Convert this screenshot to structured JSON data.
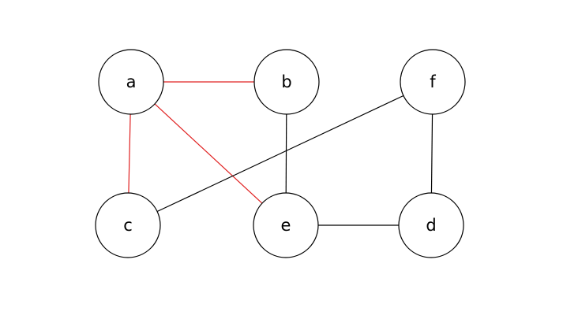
{
  "graph": {
    "nodes": [
      {
        "id": "a",
        "label": "a"
      },
      {
        "id": "b",
        "label": "b"
      },
      {
        "id": "f",
        "label": "f"
      },
      {
        "id": "c",
        "label": "c"
      },
      {
        "id": "e",
        "label": "e"
      },
      {
        "id": "d",
        "label": "d"
      }
    ],
    "edges": [
      {
        "from": "a",
        "to": "b",
        "color": "#e02020"
      },
      {
        "from": "a",
        "to": "c",
        "color": "#e02020"
      },
      {
        "from": "a",
        "to": "e",
        "color": "#e02020"
      },
      {
        "from": "b",
        "to": "e",
        "color": "#000000"
      },
      {
        "from": "f",
        "to": "c",
        "color": "#000000"
      },
      {
        "from": "f",
        "to": "d",
        "color": "#000000"
      },
      {
        "from": "e",
        "to": "d",
        "color": "#000000"
      }
    ]
  }
}
